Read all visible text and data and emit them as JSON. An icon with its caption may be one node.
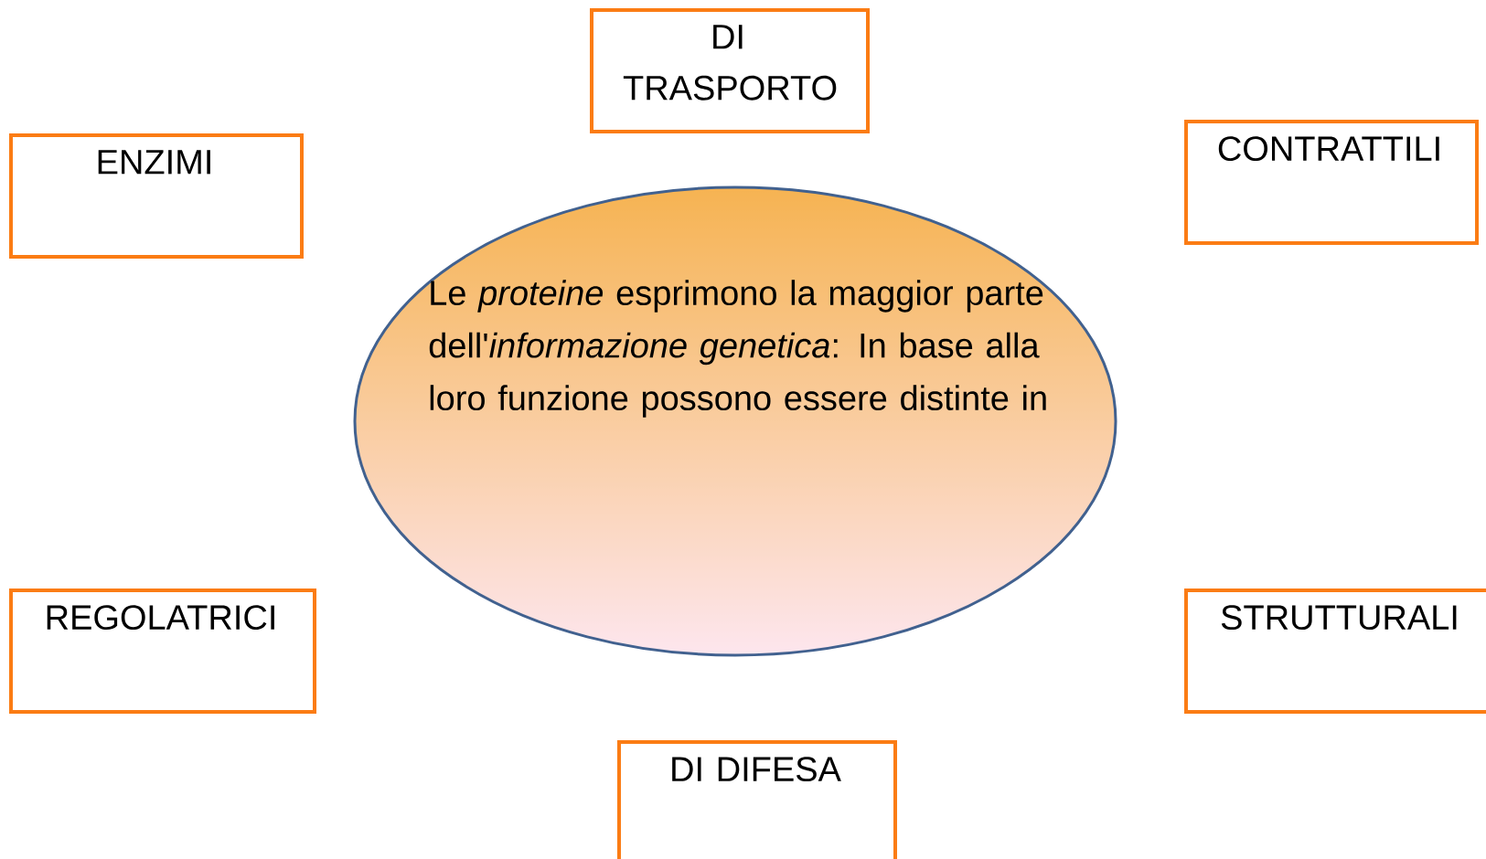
{
  "diagram": {
    "nodes": [
      {
        "text": [
          "Le *proteine* esprimono la maggior parte dell'*informazione genetica*: In base alla loro funzione possono essere distinte in"
        ]
      },
      {
        "text": [
          "DI TRASPORTO"
        ]
      },
      {
        "text": [
          "ENZIMI"
        ]
      },
      {
        "text": [
          "CONTRATTILI"
        ]
      },
      {
        "text": [
          "REGOLATRICI"
        ]
      },
      {
        "text": [
          "STRUTTURALI"
        ]
      },
      {
        "text": [
          "DI DIFESA"
        ]
      }
    ]
  }
}
